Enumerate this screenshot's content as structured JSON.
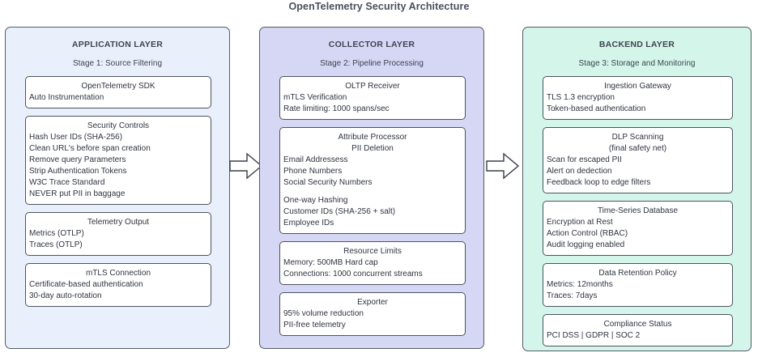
{
  "title": "OpenTelemetry Security Architecture",
  "arrows": [
    {
      "name": "arrow-application-to-collector"
    },
    {
      "name": "arrow-collector-to-backend"
    }
  ],
  "layers": [
    {
      "id": "application",
      "heading": "APPLICATION LAYER",
      "stage": "Stage 1: Source Filtering",
      "color": "#e9f0fb",
      "cards": [
        {
          "title": "OpenTelemetry SDK",
          "lines": [
            "Auto Instrumentation"
          ]
        },
        {
          "title": "Security Controls",
          "lines": [
            "Hash User IDs (SHA-256)",
            "Clean URL's before span creation",
            "Remove query Parameters",
            "Strip Authentication Tokens",
            "W3C Trace Standard",
            "NEVER put PII in baggage"
          ]
        },
        {
          "title": "Telemetry Output",
          "lines": [
            "Metrics (OTLP)",
            "Traces (OTLP)"
          ]
        },
        {
          "title": "mTLS Connection",
          "lines": [
            "Certificate-based authentication",
            "30-day auto-rotation"
          ]
        }
      ]
    },
    {
      "id": "collector",
      "heading": "COLLECTOR LAYER",
      "stage": "Stage 2: Pipeline Processing",
      "color": "#d6d7f5",
      "cards": [
        {
          "title": "OLTP Receiver",
          "lines": [
            "mTLS Verification",
            "Rate limiting: 1000 spans/sec"
          ]
        },
        {
          "title": "Attribute Processor",
          "subtitle": "PII Deletion",
          "lines": [
            "Email Addressess",
            "Phone Numbers",
            "Social Security Numbers",
            "",
            "One-way Hashing",
            "Customer IDs (SHA-256 + salt)",
            "Employee IDs"
          ]
        },
        {
          "title": "Resource Limits",
          "lines": [
            "Memory: 500MB Hard cap",
            "Connections: 1000 concurrent streams"
          ]
        },
        {
          "title": "Exporter",
          "lines": [
            "95% volume reduction",
            "PII-free telemetry"
          ]
        }
      ]
    },
    {
      "id": "backend",
      "heading": "BACKEND LAYER",
      "stage": "Stage 3: Storage and Monitoring",
      "color": "#d4f5e9",
      "cards": [
        {
          "title": "Ingestion Gateway",
          "lines": [
            "TLS 1.3 encryption",
            "Token-based authentication"
          ]
        },
        {
          "title": "DLP Scanning",
          "subtitle": "(final safety net)",
          "lines": [
            "Scan for escaped PII",
            "Alert on dedection",
            "Feedback loop to edge filters"
          ]
        },
        {
          "title": "Time-Series Database",
          "lines": [
            "Encryption at Rest",
            "Action Control (RBAC)",
            "Audit logging enabled"
          ]
        },
        {
          "title": "Data Retention Policy",
          "lines": [
            "Metrics: 12months",
            "Traces: 7days"
          ]
        },
        {
          "title": "Compliance Status",
          "lines": [
            "PCI DSS | GDPR | SOC 2"
          ]
        }
      ]
    }
  ]
}
